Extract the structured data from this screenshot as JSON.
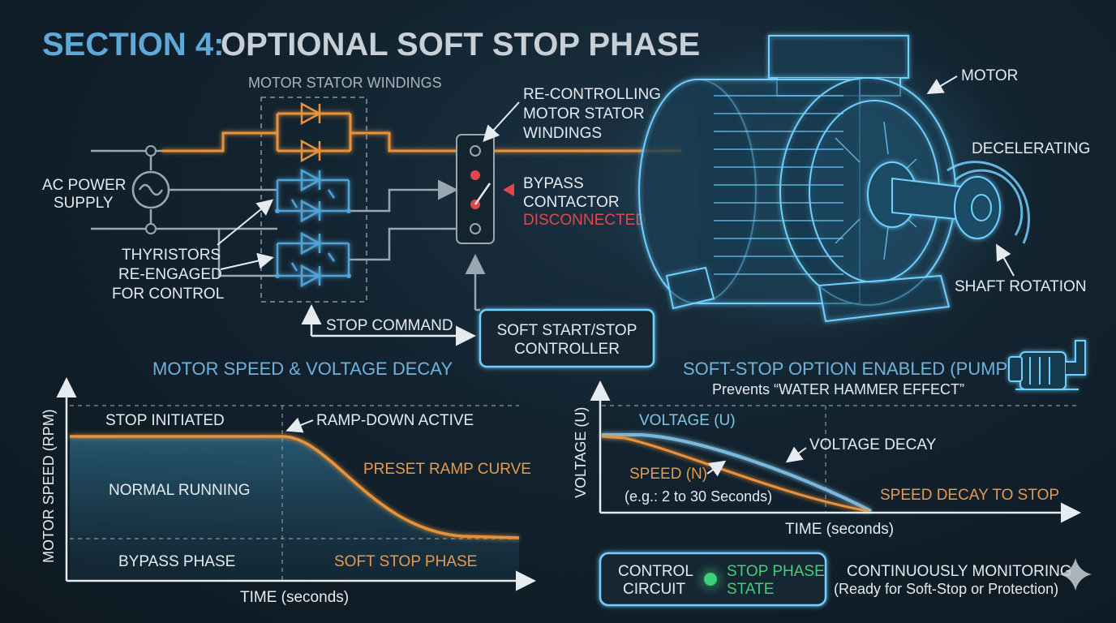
{
  "title": {
    "prefix": "SECTION 4:",
    "main": "OPTIONAL SOFT STOP PHASE"
  },
  "circuit": {
    "stator_label": "MOTOR STATOR WINDINGS",
    "ac_line1": "AC POWER",
    "ac_line2": "SUPPLY",
    "thyristors_line1": "THYRISTORS",
    "thyristors_line2": "RE-ENGAGED",
    "thyristors_line3": "FOR CONTROL",
    "recontrol_line1": "RE-CONTROLLING",
    "recontrol_line2": "MOTOR STATOR",
    "recontrol_line3": "WINDINGS",
    "bypass_line1": "BYPASS",
    "bypass_line2": "CONTACTOR",
    "bypass_line3": "DISCONNECTED",
    "stop_command": "STOP COMMAND",
    "controller_line1": "SOFT START/STOP",
    "controller_line2": "CONTROLLER"
  },
  "motor": {
    "motor_label": "MOTOR",
    "decelerating": "DECELERATING",
    "shaft_rotation": "SHAFT ROTATION"
  },
  "speed_chart": {
    "heading": "MOTOR SPEED & VOLTAGE DECAY",
    "ylabel": "MOTOR SPEED (RPM)",
    "xlabel": "TIME (seconds)",
    "stop_initiated": "STOP INITIATED",
    "ramp_down": "RAMP-DOWN ACTIVE",
    "preset_ramp": "PRESET RAMP CURVE",
    "normal_running": "NORMAL RUNNING",
    "bypass_phase": "BYPASS PHASE",
    "soft_stop_phase": "SOFT STOP PHASE"
  },
  "decay_chart": {
    "heading": "SOFT-STOP OPTION ENABLED (PUMP",
    "subheading": "Prevents “WATER HAMMER EFFECT”",
    "ylabel": "VOLTAGE (U)",
    "xlabel": "TIME (seconds)",
    "voltage_label": "VOLTAGE (U)",
    "voltage_decay": "VOLTAGE DECAY",
    "speed_label": "SPEED (N)",
    "example": "(e.g.: 2 to 30 Seconds)",
    "speed_decay": "SPEED DECAY TO STOP"
  },
  "status": {
    "control_line1": "CONTROL",
    "control_line2": "CIRCUIT",
    "state_line1": "STOP PHASE",
    "state_line2": "STATE",
    "monitor_line1": "CONTINUOUSLY MONITORING",
    "monitor_line2": "(Ready for Soft-Stop or Protection)"
  },
  "colors": {
    "orange": "#e8923a",
    "blue": "#4fa3d6",
    "cyan_glow": "#6fd0ff",
    "red": "#e0474a",
    "green": "#3fd07a"
  }
}
